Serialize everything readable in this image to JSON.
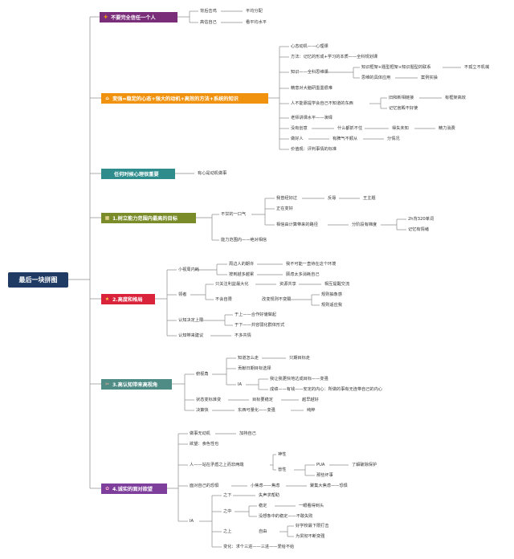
{
  "root": "最后一块拼图",
  "colors": {
    "root": "#1f3b63",
    "purple": "#7a2e7a",
    "orange": "#f0920e",
    "teal": "#2f8c8c",
    "olive": "#7a8b2a",
    "red": "#d9233b",
    "gray": "#4f8c86",
    "violet": "#7e3f9c",
    "line": "#8c8c8c"
  },
  "topics": {
    "t1": "不要完全信任一个人",
    "t2": "变强=稳定的心态+强大的动机+高效的方法+系统的知识",
    "t3": "任何时候心理很重要",
    "t4": "1.树立能力范围内最高的目标",
    "t5": "2.高度和格局",
    "t6": "3.高认知带来高视角",
    "t7": "4.诚实的面对欲望"
  },
  "icons": {
    "t1": "cross-icon",
    "t2": "home-icon",
    "t4": "calendar-icon",
    "t5": "star-icon",
    "t6": "tools-icon",
    "t7": "flower-icon"
  },
  "s1": {
    "a": "背后击鸡",
    "a1": "平均分配",
    "b": "高估自己",
    "b1": "看平均水平"
  },
  "s2": {
    "a": "心态动机——心理课",
    "b": "方法：记忆的形成+学习的本质——全科规划课",
    "c": "知识——全科思维课",
    "c1": "知识框架+题型框架+知识题型的联系",
    "c1a": "不孤立不机械",
    "c2": "思维的具体应用",
    "c2a": "案例实操",
    "d": "精意对大脑研墨墨很难",
    "e": "人不能靠提学会自己不知道的东西",
    "e1": "旧和新相链接",
    "e1a": "有框架高效",
    "e2": "记忆宫殿不好使",
    "f": "老师讲课水平——演绎",
    "g": "没有创意",
    "g1": "什么都抓不住",
    "g2": "得失未知",
    "g3": "精力消费",
    "h": "做好人",
    "h1": "有脾气不顺从",
    "h2": "分情况",
    "i": "价值观：评判事情的标准"
  },
  "s3": {
    "a": "有心是动机做事"
  },
  "s4": {
    "a": "不甘的一口气",
    "a1": "我曾经好过",
    "a1a": "反辱",
    "a1b": "王主题",
    "a2": "正在变好",
    "a3": "相信由计算带来的路径",
    "a3a": "分阶段有梯度",
    "a3a1": "2h背320单词",
    "a3a2": "记忆有情绪",
    "b": "能力范围内——绝对相信"
  },
  "s5": {
    "a": "小视周内耗",
    "a1": "周边人的期许",
    "a1a": "我不可能一直待在这个环境",
    "a2": "按到越多越累",
    "a2a": "顾虑太多消耗自己",
    "b": "领者",
    "b1": "只关注利益最大化",
    "b1a": "资源共享",
    "b1b": "相互提醒交流",
    "b2": "不会自限",
    "b2a": "改变规则不变限",
    "b2a1": "规则抽象感",
    "b2a2": "规则适应我",
    "c": "认知决定上限",
    "c1": "于上——合作好储做起",
    "c2": "于下——共容弱化群体形式",
    "d": "认知带来建议",
    "d1": "不多共情"
  },
  "s6": {
    "a": "俯视角",
    "a1": "知道怎么走",
    "a1a": "只期目标走",
    "a2": "贡献日期目标选择",
    "a3": "ΙΑ",
    "a3a": "我让我更快地达成目标——变强",
    "a3b": "成绩——有钱——安定的内心：所做的事有无连带自己的内心",
    "b": "状态变标准变",
    "b1": "目标要稳定",
    "b1a": "越早越好",
    "c": "决策快",
    "c1": "东西可量化——变强",
    "c1a": "纯粹"
  },
  "s7": {
    "a": "做事无动机",
    "a1": "加持自己",
    "b": "欲望：食色性也",
    "c": "人——站在矛盾之上而非两端",
    "c1": "神性",
    "c2": "兽性",
    "c2a": "PUA",
    "c2a1": "了解破除保护",
    "c2b": "那些坏事",
    "d": "面对自己的恐惧",
    "d1": "小焦虑——焦虑",
    "d1a": "聚集大焦虑——恐惧",
    "e": "ΙΑ",
    "e1": "之下",
    "e1a": "失声求帮助",
    "e2": "之中",
    "e2a": "稳定",
    "e2a1": "一眼看得到头",
    "e2b": "没想象中的稳定——不敢失败",
    "e3": "之上",
    "e3a": "自由",
    "e3a1": "好学校最下限打击",
    "e3a2": "为贯彻不断变强",
    "f": "变化：求个三进——三进——爱给不给"
  }
}
